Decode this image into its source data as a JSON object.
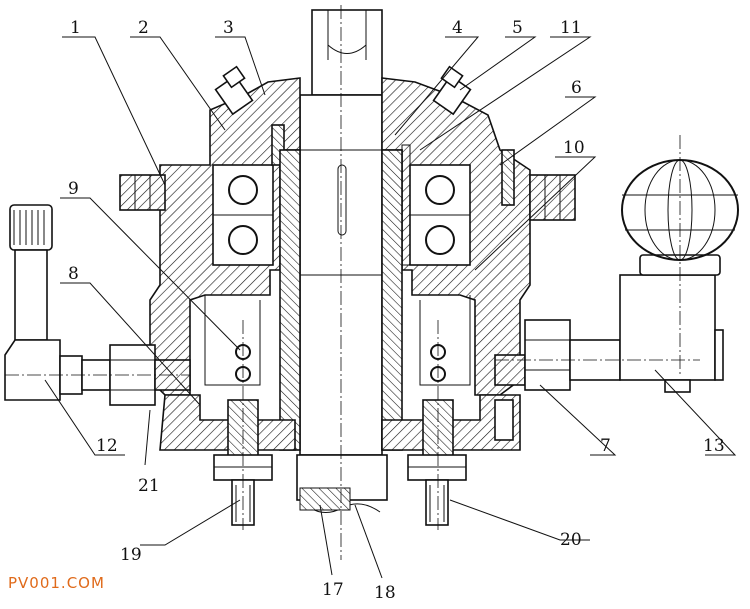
{
  "watermark": "PV001.COM",
  "part_labels": [
    "1",
    "2",
    "3",
    "4",
    "5",
    "11",
    "6",
    "10",
    "9",
    "8",
    "12",
    "21",
    "19",
    "17",
    "18",
    "20",
    "7",
    "13"
  ]
}
